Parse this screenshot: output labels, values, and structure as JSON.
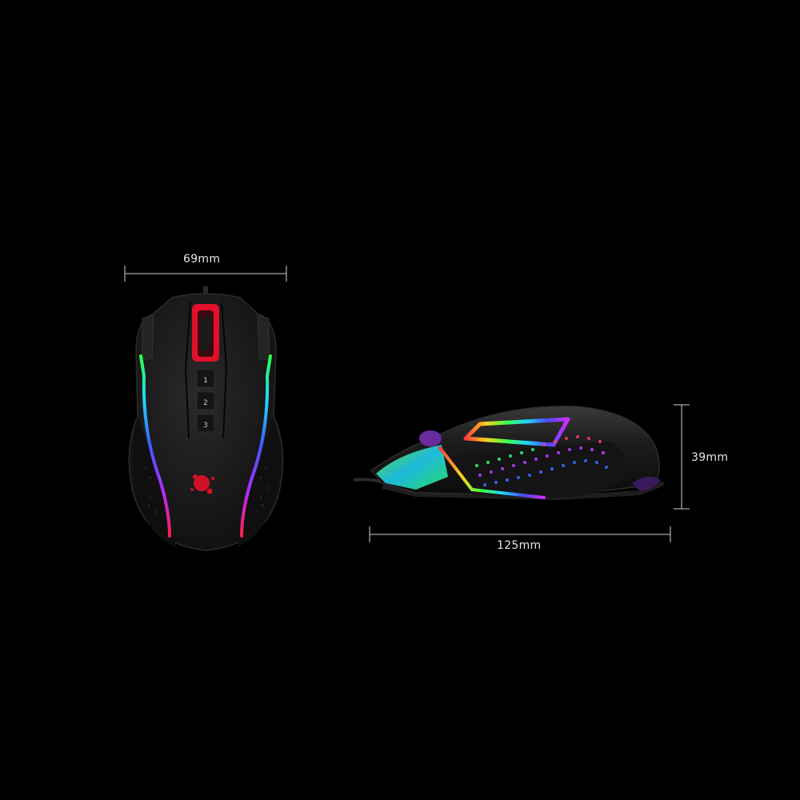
{
  "dimensions": {
    "width": "69mm",
    "length": "125mm",
    "height": "39mm"
  },
  "colors": {
    "background": "#000000",
    "dimension_line": "#d0d0d0",
    "body": "#161616",
    "accent_red": "#e0102a"
  },
  "icons": {
    "brand_logo": "bloody-logo"
  }
}
